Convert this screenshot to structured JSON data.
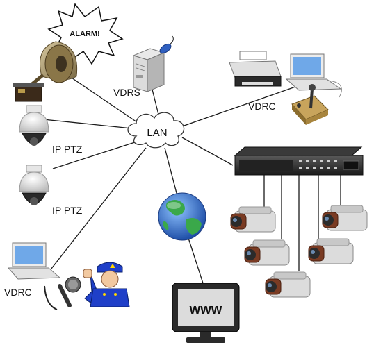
{
  "labels": {
    "alarm": "ALARM!",
    "lan": "LAN",
    "vdrs": "VDRS",
    "vdrc_right": "VDRC",
    "vdrc_left": "VDRC",
    "ptz_1": "IP PTZ",
    "ptz_2": "IP PTZ",
    "www": "www"
  },
  "colors": {
    "line": "#1a1a1a",
    "cloud_stroke": "#333333",
    "globe_ocean": "#2f6fd0",
    "globe_land": "#3aa84a",
    "police": "#1f3fc8",
    "camera_body": "#d9d9d9",
    "camera_lens": "#7a3b23"
  },
  "icons": [
    "gramophone-icon",
    "server-icon",
    "printer-icon",
    "laptop-icon",
    "joystick-icon",
    "dome-camera-icon",
    "dvr-recorder-icon",
    "box-camera-icon",
    "globe-icon",
    "monitor-icon",
    "microphone-icon",
    "police-officer-icon"
  ]
}
